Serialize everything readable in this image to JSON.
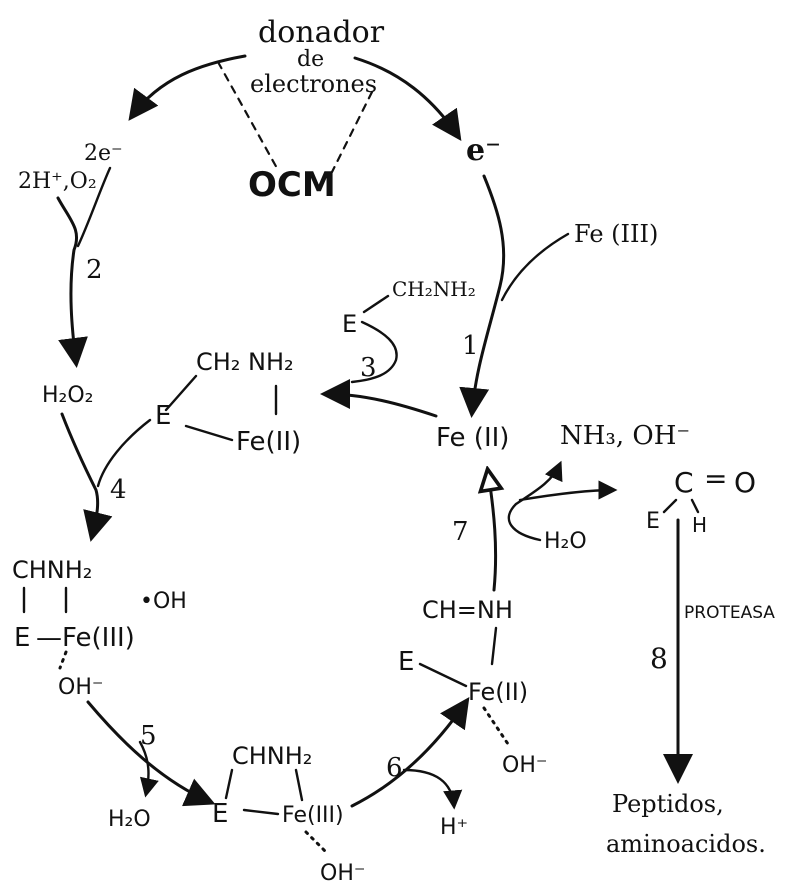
{
  "donor": {
    "line1": "donador",
    "line2": "de",
    "line3": "electrones"
  },
  "ocm": "OCM",
  "left_top": {
    "reactants": "2H⁺,O₂",
    "electrons": "2e⁻"
  },
  "e_right": "e⁻",
  "fe3_in": "Fe (III)",
  "steps": {
    "s1": "1",
    "s2": "2",
    "s3": "3",
    "s4": "4",
    "s5": "5",
    "s6": "6",
    "s7": "7",
    "s8": "8"
  },
  "enzyme_free": {
    "e": "E",
    "group": "CH₂NH₂"
  },
  "h2o2": "H₂O₂",
  "complex_fe2": {
    "e": "E",
    "group": "CH₂ NH₂",
    "metal": "Fe(II)"
  },
  "fe2_center": "Fe (II)",
  "products_nh3": "NH₃, OH⁻",
  "aldehyde": {
    "c": "C",
    "eq": "=",
    "o": "O",
    "e": "E",
    "h": "H"
  },
  "water_7": "H₂O",
  "complex_fe3": {
    "group": "CHNH₂",
    "e": "E",
    "metal": "—Fe(III)",
    "radical": "•OH",
    "ligand": "OH⁻"
  },
  "imine_complex": {
    "group": "CH=NH",
    "e": "E",
    "metal": "Fe(II)",
    "ligand": "OH⁻"
  },
  "protease": "PROTEASA",
  "water_5": "H₂O",
  "radical_complex": {
    "group": "CHNH₂",
    "e": "E",
    "metal": "Fe(III)",
    "ligand": "OH⁻"
  },
  "proton": "H⁺",
  "products_final": {
    "line1": "Peptidos,",
    "line2": "aminoacidos."
  }
}
